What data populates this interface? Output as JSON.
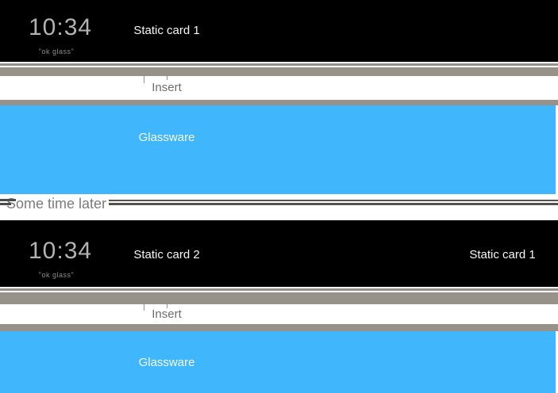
{
  "colors": {
    "card-black": "#000000",
    "strip-gray": "#96928a",
    "glassware-blue": "#40b6fc",
    "page-white": "#ffffff",
    "clock-gray": "#b2b2b2",
    "hint-gray": "#8d8d8d",
    "card-label-white": "#f5f5f5",
    "insert-gray": "#6e6e6e",
    "divider-line": "#56524d",
    "divider-text": "#7b7b7b",
    "glassware-text": "#f3faff"
  },
  "before": {
    "home_card": {
      "clock": "10:34",
      "hint": "\"ok glass\""
    },
    "static_cards": [
      {
        "label": "Static card 1"
      }
    ],
    "insert": {
      "label": "Insert"
    },
    "glassware": {
      "label": "Glassware"
    }
  },
  "divider": {
    "label": "Some time later"
  },
  "after": {
    "home_card": {
      "clock": "10:34",
      "hint": "\"ok glass\""
    },
    "static_cards": [
      {
        "label": "Static card 2"
      },
      {
        "label": "Static card 1"
      }
    ],
    "insert": {
      "label": "Insert"
    },
    "glassware": {
      "label": "Glassware"
    }
  }
}
